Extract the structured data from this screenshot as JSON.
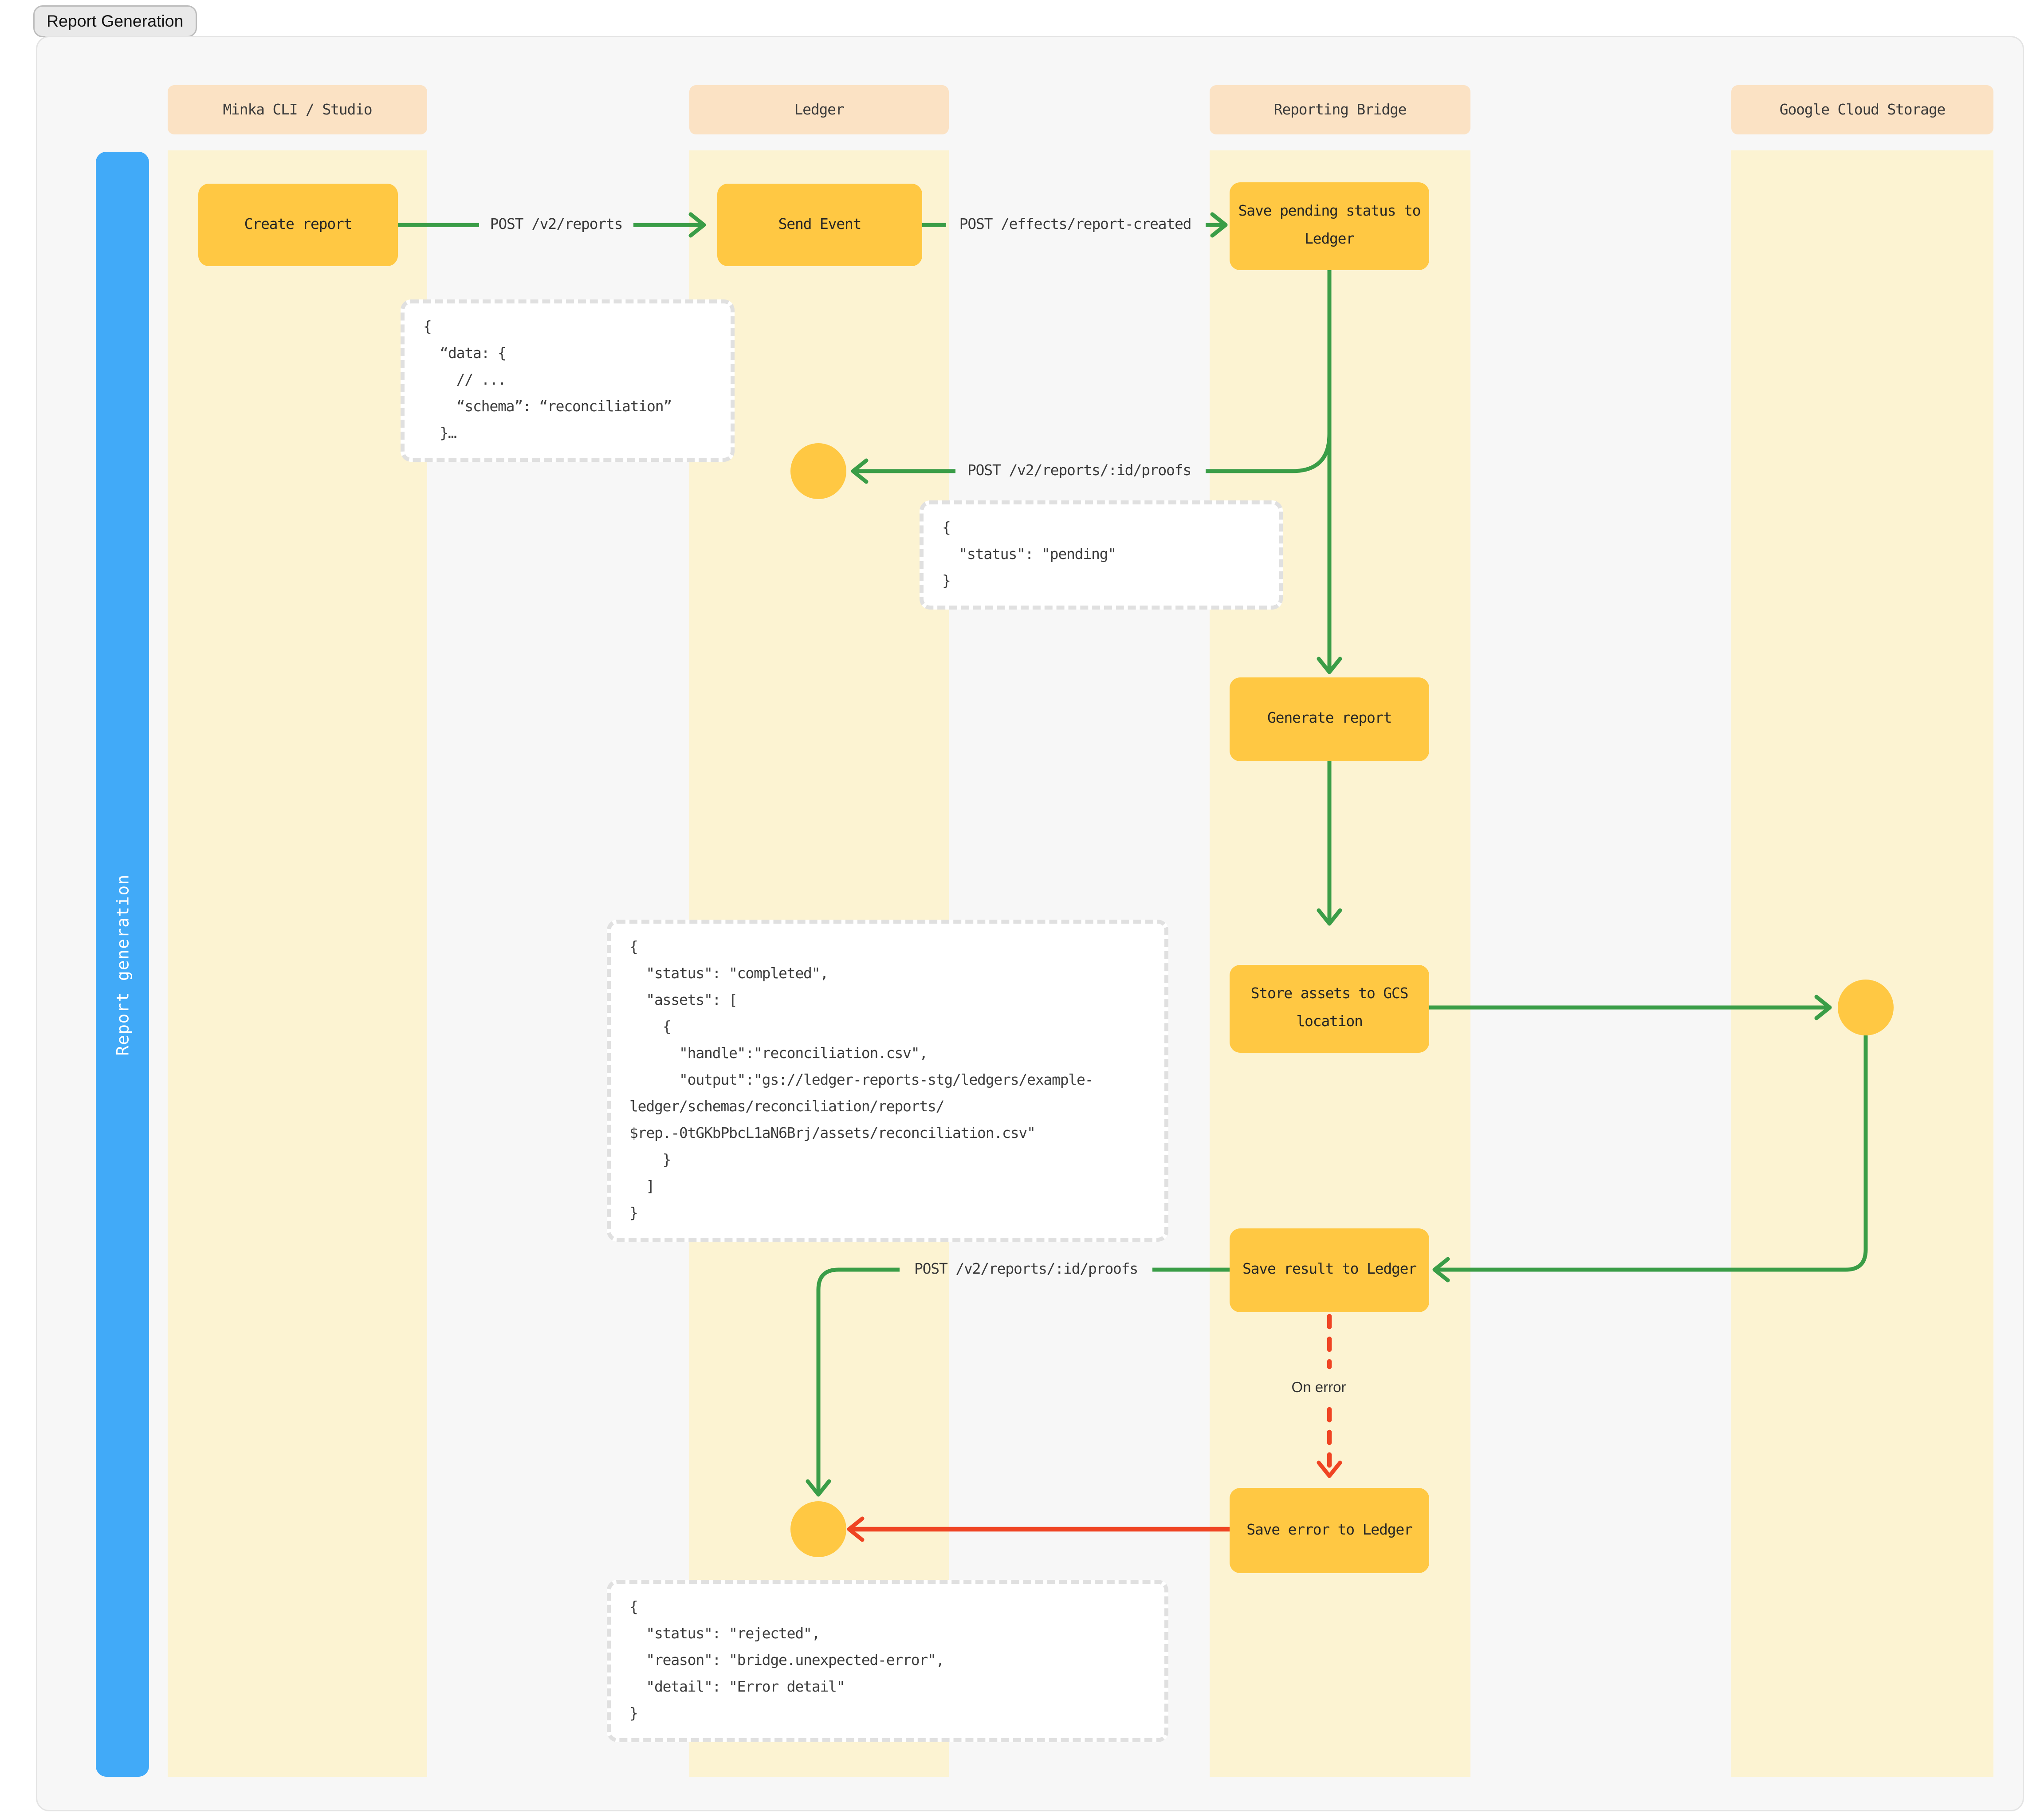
{
  "tab_label": "Report Generation",
  "section_label": "Report generation",
  "lanes": {
    "minka": "Minka CLI / Studio",
    "ledger": "Ledger",
    "bridge": "Reporting Bridge",
    "gcs": "Google Cloud Storage"
  },
  "nodes": {
    "create_report": "Create report",
    "send_event": "Send Event",
    "save_pending": "Save pending status to Ledger",
    "generate_report": "Generate report",
    "store_assets": "Store assets to GCS location",
    "save_result": "Save result to Ledger",
    "save_error": "Save error to Ledger"
  },
  "edges": {
    "post_reports": "POST /v2/reports",
    "post_report_created": "POST /effects/report-created",
    "post_proofs_pending": "POST /v2/reports/:id/proofs",
    "post_proofs_result": "POST /v2/reports/:id/proofs",
    "on_error": "On error"
  },
  "code_blocks": {
    "report_request": "{\n  “data: {\n    // ...\n    “schema”: “reconciliation”\n  }…",
    "pending_proof": "{\n  \"status\": \"pending\"\n}",
    "completed_proof": "{\n  \"status\": \"completed\",\n  \"assets\": [\n    {\n      \"handle\":\"reconciliation.csv\",\n      \"output\":\"gs://ledger-reports-stg/ledgers/example-\nledger/schemas/reconciliation/reports/\n$rep.-0tGKbPbcL1aN6Brj/assets/reconciliation.csv\"\n    }\n  ]\n}",
    "rejected_proof": "{\n  \"status\": \"rejected\",\n  \"reason\": \"bridge.unexpected-error\",\n  \"detail\": \"Error detail\"\n}"
  },
  "colors": {
    "arrow_green": "#3a9d47",
    "arrow_red": "#ef4423",
    "node_amber": "#ffc843",
    "lane_yellow": "#fcf3d2",
    "header_peach": "#fbe2c4",
    "section_blue": "#41aaf8",
    "canvas_gray": "#f7f7f7"
  }
}
